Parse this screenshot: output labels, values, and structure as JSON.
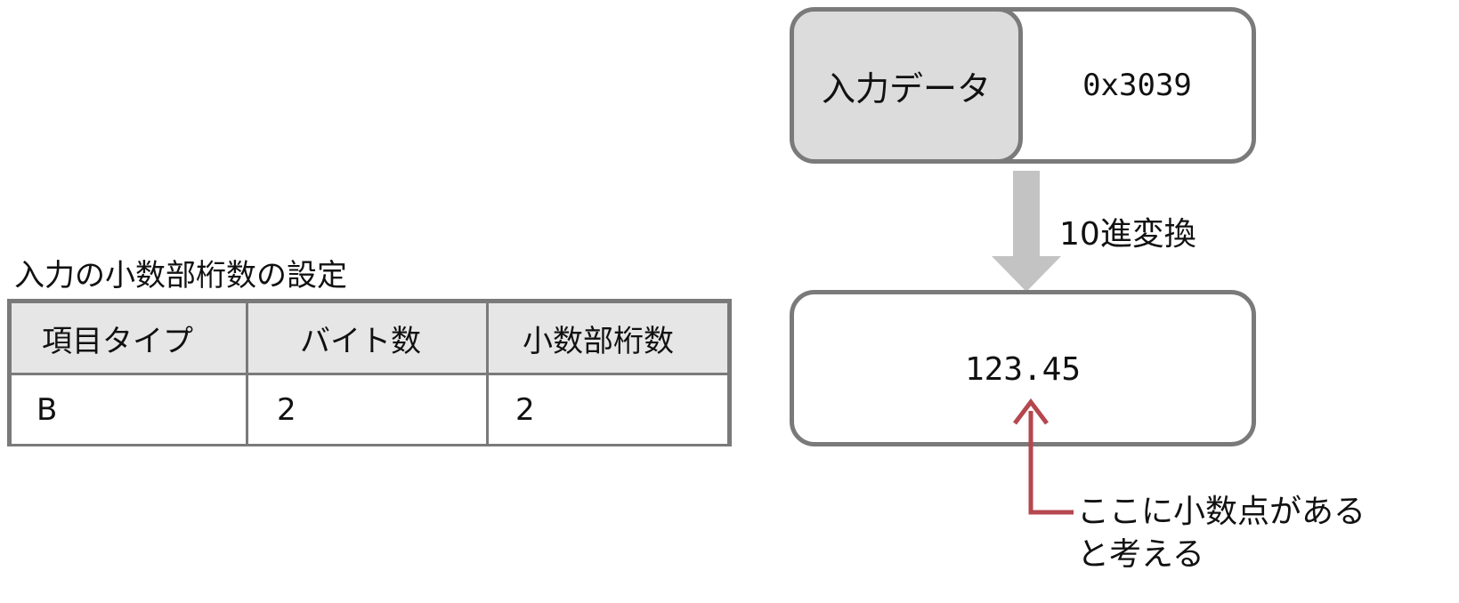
{
  "settings": {
    "title": "入力の小数部桁数の設定",
    "headers": [
      "項目タイプ",
      "バイト数",
      "小数部桁数"
    ],
    "row": [
      "B",
      "2",
      "2"
    ]
  },
  "input": {
    "label": "入力データ",
    "value": "0x3039"
  },
  "conversion": {
    "label": "10進変換"
  },
  "result": {
    "value": "123.45"
  },
  "annotation": {
    "line1": "ここに小数点がある",
    "line2": "と考える"
  },
  "colors": {
    "border": "#7a7a7a",
    "label_fill": "#dcdcdc",
    "header_fill": "#e6e6e6",
    "arrow_gray": "#c3c3c3",
    "annotation_red": "#b5474e"
  }
}
